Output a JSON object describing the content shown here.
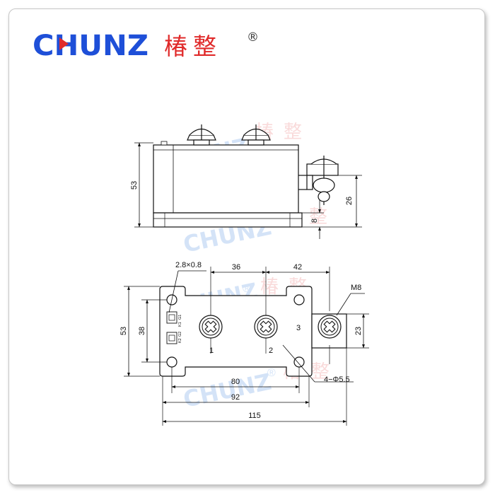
{
  "brand": {
    "logo_text": "CHUNZ",
    "chinese_name": "椿整",
    "registered_mark": "®"
  },
  "colors": {
    "brand_blue": "#1e4fd8",
    "brand_red": "#e02a2a",
    "watermark_blue": "#8fb7ec",
    "watermark_red": "#f0a0a0",
    "line": "#111111"
  },
  "side_view": {
    "dim_height": "53",
    "dim_base": "8",
    "dim_terminal_height": "26"
  },
  "top_view": {
    "dim_pin": "2.8×0.8",
    "dim_pitch_1": "36",
    "dim_pitch_2": "42",
    "dim_height": "53",
    "dim_hole_pitch_v": "38",
    "dim_terminal": "23",
    "thread": "M8",
    "terminal_1": "1",
    "terminal_2": "2",
    "terminal_3": "3",
    "hole_spec": "4−Φ5.5",
    "dim_hole_pitch_h": "80",
    "dim_width_92": "92",
    "dim_overall": "115",
    "pin_labels": [
      "G1",
      "K1",
      "G2",
      "K2"
    ]
  }
}
